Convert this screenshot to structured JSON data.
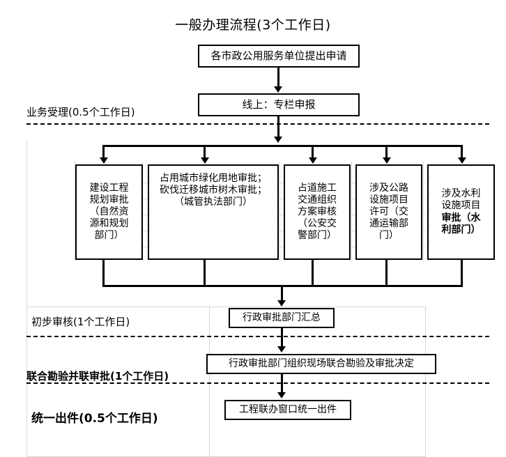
{
  "title": "一般办理流程(3个工作日)",
  "top_steps": [
    {
      "id": "apply",
      "label": "各市政公用服务单位提出申请"
    },
    {
      "id": "online",
      "label": "线上：专栏申报"
    }
  ],
  "stage_labels": [
    {
      "id": "acceptance",
      "label": "业务受理(0.5个工作日)",
      "bold": false
    },
    {
      "id": "preliminary-review",
      "label": "初步审核(1个工作日)",
      "bold": false
    },
    {
      "id": "joint-survey",
      "label": "联合勘验并联审批(1个工作日)",
      "bold": true
    },
    {
      "id": "unified-issuance",
      "label": "统一出件(0.5个工作日)",
      "bold": true
    }
  ],
  "parallel_boxes": [
    {
      "id": "planning-approval",
      "lines": [
        "建设工程",
        "规划审批",
        "（自然资",
        "源和规划",
        "部门）"
      ]
    },
    {
      "id": "greening-land-approval",
      "lines": [
        "占用城市绿化用地审批；",
        "砍伐迁移城市树木审批；",
        "（城管执法部门）"
      ]
    },
    {
      "id": "road-occupation-traffic",
      "lines": [
        "占道施工",
        "交通组织",
        "方案审核",
        "（公安交",
        "警部门）"
      ]
    },
    {
      "id": "highway-facility-permit",
      "lines": [
        "涉及公路",
        "设施项目",
        "许可（交",
        "通运输部",
        "门）"
      ]
    },
    {
      "id": "water-facility-approval",
      "lines": [
        "涉及水利",
        "设施项目",
        "审批（水",
        "利部门）"
      ],
      "bold_from_line": 2
    }
  ],
  "bottom_steps": [
    {
      "id": "admin-summary",
      "label": "行政审批部门汇总"
    },
    {
      "id": "joint-survey-decision",
      "label": "行政审批部门组织现场联合勘验及审批决定"
    },
    {
      "id": "unified-window-output",
      "label": "工程联办窗口统一出件"
    }
  ],
  "colors": {
    "line": "#000000",
    "grid": "#d8d8d8",
    "background": "#ffffff"
  }
}
